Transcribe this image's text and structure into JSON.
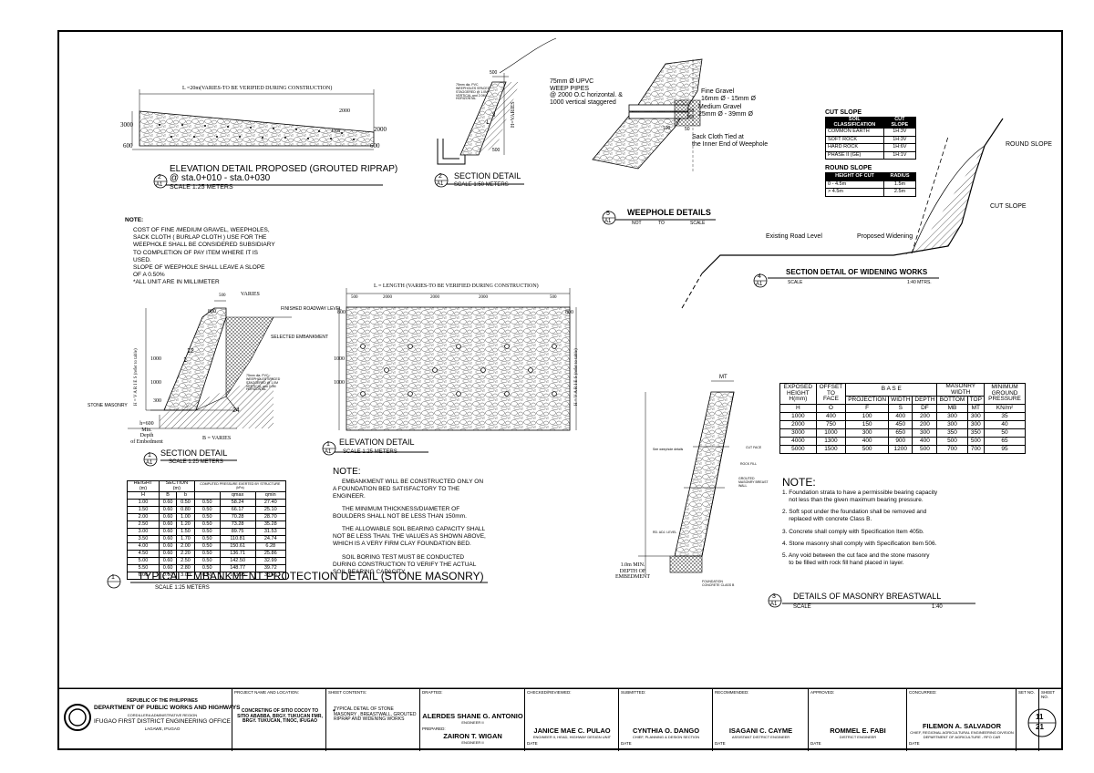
{
  "elevation_proposed": {
    "length_label": "L =20m(VARIES-TO BE VERIFIED DURING CONSTRUCTION)",
    "dim_3000": "3000",
    "dim_2000a": "2000",
    "dim_2000b": "2000",
    "dim_1000": "1000",
    "dim_600a": "600",
    "dim_600b": "600",
    "title": "ELEVATION DETAIL PROPOSED (GROUTED RIPRAP)",
    "subtitle": "@ sta.0+010 - sta.0+030",
    "scale": "SCALE  1:25 METERS",
    "num": "2",
    "sheet": "A1"
  },
  "section_top": {
    "dim_500a": "500",
    "dim_500b": "500",
    "dim_3": "3",
    "dim_1": "1",
    "h_varies": "H=VARIES",
    "pipe_note": "75mm dia. PVC WEEPHOLES SPACED STAGGERED @ 1.0M VERTICAL and 2.0M HORIZONTAL",
    "title": "SECTION DETAIL",
    "scale": "SCALE  1:50 METERS",
    "num": "2",
    "sheet": "A1"
  },
  "weephole": {
    "pipes_1": "75mm Ø UPVC",
    "pipes_2": "WEEP PIPES",
    "pipes_3": "@ 2000 O.C horizontal. &",
    "pipes_4": "1000 vertical staggered",
    "fine_1": "Fine Gravel",
    "fine_2": "16mm Ø - 15mm Ø",
    "medium_1": "Medium Gravel",
    "medium_2": "25mm Ø - 39mm Ø",
    "sack_1": "Sack Cloth Tied at",
    "sack_2": "the Inner End of Weephole",
    "d150a": "150",
    "d150b": "150",
    "d50": "50",
    "d100": "100",
    "title": "WEEPHOLE DETAILS",
    "scale_not": "NOT",
    "scale_to": "TO",
    "scale_scale": "SCALE",
    "num": "5",
    "sheet": "A1"
  },
  "notes_top": {
    "head": "NOTE:",
    "lines": [
      "COST OF FINE /MEDIUM GRAVEL, WEEPHOLES,",
      "SACK CLOTH ( BURLAP CLOTH ) USE FOR THE",
      "WEEPHOLE SHALL BE CONSIDERED SUBSIDIARY",
      "TO COMPLETION OF PAY ITEM WHERE IT IS",
      "USED.",
      "SLOPE OF WEEPHOLE SHALL LEAVE A SLOPE",
      "OF A 0.50%",
      "*ALL UNIT ARE IN MILLIMETER"
    ]
  },
  "cut_slope": {
    "title": "CUT SLOPE",
    "header": [
      "SOIL CLASSIFICATION",
      "CUT SLOPE"
    ],
    "rows": [
      [
        "COMMON EARTH",
        "1H:3V"
      ],
      [
        "SOFT ROCK",
        "1H:3V"
      ],
      [
        "HARD ROCK",
        "1H:6V"
      ],
      [
        "PHASE II (GE)",
        "1H:1V"
      ]
    ]
  },
  "round_slope": {
    "title": "ROUND SLOPE",
    "header": [
      "HEIGHT OF CUT",
      "RADIUS"
    ],
    "rows": [
      [
        "0 - 4.5m",
        "1.5m"
      ],
      [
        "> 4.5m",
        "2.5m"
      ]
    ]
  },
  "widening": {
    "round_slope": "ROUND SLOPE",
    "cut_slope": "CUT SLOPE",
    "existing": "Existing Road Level",
    "proposed": "Proposed Widening",
    "title": "SECTION DETAIL OF WIDENING WORKS",
    "scale": "SCALE",
    "scale_val": "1:40  MTRS.",
    "num": "4",
    "sheet": "A1"
  },
  "section_mid": {
    "varies": "VARIES",
    "d500": "500",
    "d800": "800",
    "d1000a": "1000",
    "d1000b": "1000",
    "d300": "300",
    "d12": "12",
    "d1": "1",
    "d24": "24",
    "finished": "FINISHED ROADWAY LEVEL",
    "selected": "SELECTED EMBANKMENT",
    "pipe_note": "75mm dia. PVC WEEPHOLES SPACED STAGGERED @ 1.0M VERTICAL and 2.0M HORIZONTAL",
    "stone": "STONE MASONRY",
    "h_varies": "H = V A R I E S  (refer to table)",
    "h600": "h=600",
    "min": "Min.",
    "depth": "Depth",
    "of_emb": "of Embedment",
    "b_varies": "B = VARIES",
    "title": "SECTION DETAIL",
    "scale": "SCALE  1:25 METERS",
    "num": "1",
    "sheet": "A1"
  },
  "elevation_mid": {
    "length_label": "L = LENGTH (VARIES-TO BE VERIFIED DURING CONSTRUCTION)",
    "dims": [
      "500",
      "2000",
      "2000",
      "2000",
      "500"
    ],
    "d800a": "800",
    "d800b": "800",
    "d1000a": "1000",
    "d1000b": "1000",
    "h_varies": "H = V A R I E S  (refer to table)",
    "title": "ELEVATION DETAIL",
    "scale": "SCALE  1:25 METERS",
    "num": "1",
    "sheet": "A1"
  },
  "height_table": {
    "head_height": "HEIGHT (m)",
    "head_section": "SECTION (m)",
    "head_pressure": "COMPUTED PRESSURE EXERTED BY STRUCTURE (kPa)",
    "sub": [
      "H",
      "B",
      "b",
      "qmax",
      "qmin"
    ],
    "rows": [
      [
        "1.00",
        "0.60",
        "0.50",
        "0.50",
        "58.24",
        "27.40"
      ],
      [
        "1.50",
        "0.60",
        "0.80",
        "0.50",
        "66.17",
        "25.10"
      ],
      [
        "2.00",
        "0.60",
        "1.00",
        "0.50",
        "70.28",
        "28.70"
      ],
      [
        "2.50",
        "0.60",
        "1.20",
        "0.50",
        "73.28",
        "35.28"
      ],
      [
        "3.00",
        "0.60",
        "1.50",
        "0.50",
        "89.75",
        "31.53"
      ],
      [
        "3.50",
        "0.60",
        "1.70",
        "0.50",
        "110.81",
        "24.74"
      ],
      [
        "4.00",
        "0.60",
        "2.00",
        "0.50",
        "150.61",
        "6.28"
      ],
      [
        "4.50",
        "0.60",
        "2.20",
        "0.50",
        "136.71",
        "25.86"
      ],
      [
        "5.00",
        "0.60",
        "2.50",
        "0.50",
        "142.50",
        "32.99"
      ],
      [
        "5.50",
        "0.60",
        "2.80",
        "0.50",
        "148.77",
        "39.72"
      ],
      [
        "6.00",
        "0.60",
        "3.00",
        "0.50",
        "163.95",
        "38.46"
      ]
    ]
  },
  "typical": {
    "title": "TYPICAL EMBANKMENT PROTECTION DETAIL (STONE MASONRY)",
    "scale": "SCALE 1:25 METERS",
    "num": "1"
  },
  "notes_mid": {
    "head": "NOTE:",
    "p1": "EMBANKMENT WILL BE CONSTRUCTED ONLY  ON A FOUNDATION BED SATISFACTORY TO THE ENGINEER.",
    "p2": "THE MINIMUM THICKNESS/DIAMETER OF BOULDERS SHALL NOT BE LESS THAN 150mm.",
    "p3": "THE ALLOWABLE SOIL BEARING CAPACITY SHALL NOT BE LESS THAN. THE VALUES AS SHOWN ABOVE, WHICH IS A VERY FIRM CLAY FOUNDATION BED.",
    "p4": "SOIL BORING TEST MUST BE CONDUCTED DURING CONSTRUCTION TO VERIFY THE ACTUAL SOIL BEARING CAPACITY."
  },
  "breastwall": {
    "mt": "MT",
    "min_1": "1.0m MIN.",
    "min_2": "DEPTH OF",
    "min_3": "EMBEDMENT",
    "cut_face": "CUT FACE",
    "rock_fill": "ROCK FILL",
    "grouted": "GROUTED MASONRY BREAST WALL",
    "weephole": "See weephole details",
    "road_level": "RD. ADJ. LEVEL",
    "foundation": "FOUNDATION CONCRETE CLASS B",
    "title": "DETAILS OF  MASONRY BREASTWALL",
    "scale": "SCALE",
    "scale_val": "1:40",
    "num": "3",
    "sheet": "A1"
  },
  "base_table": {
    "h_exposed": "EXPOSED HEIGHT H(mm)",
    "h_offset": "OFFSET TO FACE",
    "h_base": "B A S E",
    "h_masonry": "MASONRY WIDTH",
    "h_min": "MINIMUM GROUND PRESSURE",
    "h_projection": "PROJECTION",
    "h_width": "WIDTH",
    "h_depth": "DEPTH",
    "h_bottom": "BOTTOM",
    "h_top": "TOP",
    "sym": [
      "H",
      "O",
      "F",
      "S",
      "DF",
      "MB",
      "MT",
      "KN/m²"
    ],
    "rows": [
      [
        "1000",
        "400",
        "100",
        "400",
        "200",
        "300",
        "300",
        "35"
      ],
      [
        "2000",
        "750",
        "150",
        "450",
        "200",
        "300",
        "300",
        "40"
      ],
      [
        "3000",
        "1000",
        "300",
        "650",
        "300",
        "350",
        "350",
        "50"
      ],
      [
        "4000",
        "1300",
        "400",
        "900",
        "400",
        "500",
        "500",
        "65"
      ],
      [
        "5000",
        "1500",
        "500",
        "1200",
        "500",
        "700",
        "700",
        "95"
      ]
    ]
  },
  "notes_right": {
    "head": "NOTE:",
    "l1": "1. Foundation strata to have a permissible bearing capacity",
    "l1b": "    not less than the given maximum bearing pressure.",
    "l2": "2. Soft spot under the foundation shall be removed and",
    "l2b": "    replaced with concrete Class B.",
    "l3": "3. Concrete shall comply with Specification Item 405b.",
    "l4": "4. Stone masonry shall comply with Specification Item 506.",
    "l5": "5. Any void between the cut face and the stone masonry",
    "l5b": "    to be filled with rock fill hand placed in layer."
  },
  "titleblock": {
    "agency_1": "REPUBLIC OF THE PHILIPPINES",
    "agency_2": "DEPARTMENT OF PUBLIC WORKS AND HIGHWAYS",
    "agency_3": "CORDILLERA ADMINISTRATIVE REGION",
    "agency_4": "IFUGAO FIRST DISTRICT ENGINEERING OFFICE",
    "agency_5": "LAGAWE, IFUGAO",
    "project_label": "PROJECT NAME AND LOCATION:",
    "project": "CONCRETING OF SITIO COCOY TO SITIO ABABBA, BRGY. TUKUCAN FMR, BRGY. TUKUCAN, TINOC, IFUGAO",
    "contents_label": "SHEET CONTENTS:",
    "contents": "TYPICAL DETAIL OF STONE MASONRY , BREASTWALL, GROUTED RIPRAP AND WIDENING WORKS",
    "drafted_label": "DRAFTED:",
    "drafted": "ALERDES SHANE G. ANTONIO",
    "drafted_sub": "ENGINEER II",
    "prepared_label": "PREPARED:",
    "prepared": "ZAIRON T. WIGAN",
    "prepared_sub": "ENGINEER II",
    "checked_label": "CHECKED/REVIEWED:",
    "checked": "JANICE MAE C. PULAO",
    "checked_sub": "ENGINEER II, HEAD, HIGHWAY DESIGN UNIT",
    "submitted_label": "SUBMITTED:",
    "submitted": "CYNTHIA O. DANGO",
    "submitted_sub": "CHIEF, PLANNING & DESIGN SECTION",
    "recommended_label": "RECOMMENDED:",
    "recommended": "ISAGANI C. CAYME",
    "recommended_sub": "ASSISTANT DISTRICT ENGINEER",
    "approved_label": "APPROVED:",
    "approved": "ROMMEL E. FABI",
    "approved_sub": "DISTRICT ENGINEER",
    "concurred_label": "CONCURRED:",
    "concurred": "FILEMON A. SALVADOR",
    "concurred_sub1": "CHIEF, REGIONAL AGRICULTURAL ENGINEERING DIVISION",
    "concurred_sub2": "DEPARTMENT OF AGRICULTURE - RFO CAR",
    "date": "DATE",
    "set_label": "SET NO.",
    "sheet_label": "SHEET NO.",
    "sheet_num": "11",
    "sheet_total": "21"
  }
}
